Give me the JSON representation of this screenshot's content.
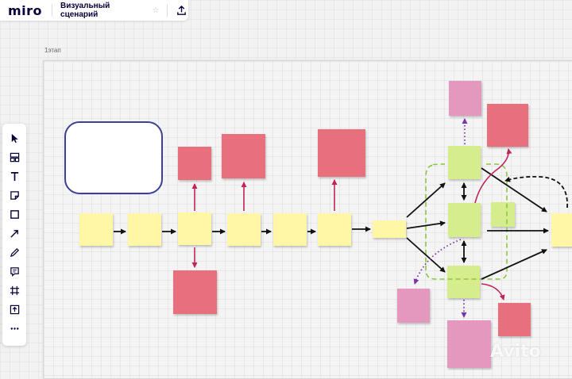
{
  "app": {
    "logo": "miro"
  },
  "board": {
    "title": "Визуальный сценарий",
    "star_icon": "star-icon",
    "export_icon": "upload-icon"
  },
  "frame": {
    "label": "1этап"
  },
  "toolbar": {
    "tools": [
      {
        "name": "select-tool",
        "icon": "cursor-icon"
      },
      {
        "name": "templates-tool",
        "icon": "templates-icon"
      },
      {
        "name": "text-tool",
        "icon": "text-icon"
      },
      {
        "name": "sticky-note-tool",
        "icon": "sticky-note-icon"
      },
      {
        "name": "shape-tool",
        "icon": "square-icon"
      },
      {
        "name": "arrow-tool",
        "icon": "arrow-icon"
      },
      {
        "name": "pen-tool",
        "icon": "pen-icon"
      },
      {
        "name": "comment-tool",
        "icon": "comment-icon"
      },
      {
        "name": "frame-tool",
        "icon": "frame-icon"
      },
      {
        "name": "upload-tool",
        "icon": "upload-icon"
      },
      {
        "name": "more-tool",
        "icon": "more-icon"
      }
    ]
  },
  "colors": {
    "yellow_note": "#fff6a6",
    "red_note": "#e8707c",
    "pink_note": "#e598be",
    "green_note": "#d6ed8e",
    "frame_border": "#3b4196",
    "crimson_arrow": "#c0245a",
    "purple_dotted": "#7a35a8",
    "green_dashed": "#8cc63f"
  },
  "watermark": {
    "text": "Avito"
  }
}
